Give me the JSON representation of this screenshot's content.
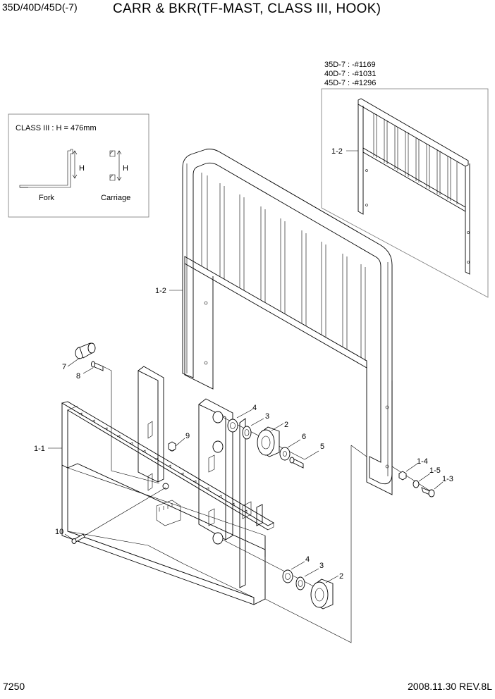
{
  "header": {
    "model": "35D/40D/45D(-7)",
    "title": "CARR & BKR(TF-MAST, CLASS III, HOOK)"
  },
  "footer": {
    "page": "7250",
    "date_rev": "2008.11.30  REV.8L"
  },
  "inset_class": {
    "title": "CLASS III : H = 476mm",
    "fork_label": "Fork",
    "carriage_label": "Carriage",
    "dim_label": "H"
  },
  "inset_serial": {
    "serials": [
      "35D-7 : -#1169",
      "40D-7 : -#1031",
      "45D-7 : -#1296"
    ],
    "callout": "1-2"
  },
  "callouts": {
    "c1_2": "1-2",
    "c1_1": "1-1",
    "c7": "7",
    "c8": "8",
    "c9": "9",
    "c10": "10",
    "c4a": "4",
    "c3a": "3",
    "c2a": "2",
    "c6": "6",
    "c5": "5",
    "c1_4": "1-4",
    "c1_5": "1-5",
    "c1_3": "1-3",
    "c4b": "4",
    "c3b": "3",
    "c2b": "2"
  }
}
